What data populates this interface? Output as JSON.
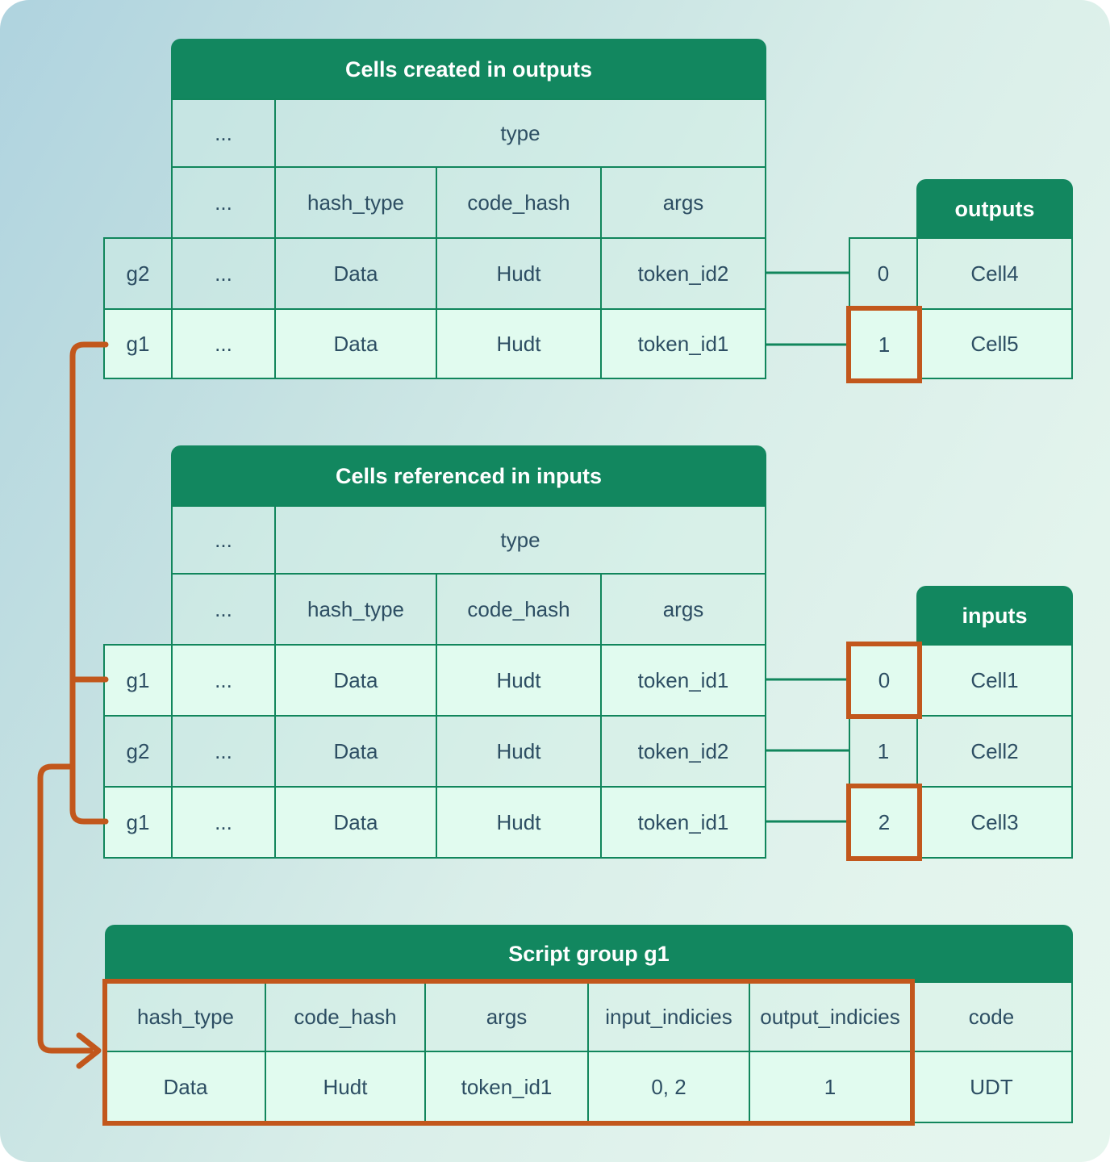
{
  "colors": {
    "header_green": "#12875f",
    "border_green": "#11865c",
    "highlight_orange": "#c2571c",
    "row_highlight_mint": "#e1fbef",
    "text_ink": "#2d4e63"
  },
  "top": {
    "title": "Cells created in outputs",
    "dots": "...",
    "type_header": "type",
    "sub_headers": [
      "hash_type",
      "code_hash",
      "args"
    ],
    "rows": [
      {
        "group": "g2",
        "dots": "...",
        "hash_type": "Data",
        "code_hash": "Hudt",
        "args": "token_id2"
      },
      {
        "group": "g1",
        "dots": "...",
        "hash_type": "Data",
        "code_hash": "Hudt",
        "args": "token_id1"
      }
    ]
  },
  "outputs": {
    "title": "outputs",
    "rows": [
      {
        "index": "0",
        "cell": "Cell4"
      },
      {
        "index": "1",
        "cell": "Cell5"
      }
    ]
  },
  "mid": {
    "title": "Cells referenced in inputs",
    "dots": "...",
    "type_header": "type",
    "sub_headers": [
      "hash_type",
      "code_hash",
      "args"
    ],
    "rows": [
      {
        "group": "g1",
        "dots": "...",
        "hash_type": "Data",
        "code_hash": "Hudt",
        "args": "token_id1"
      },
      {
        "group": "g2",
        "dots": "...",
        "hash_type": "Data",
        "code_hash": "Hudt",
        "args": "token_id2"
      },
      {
        "group": "g1",
        "dots": "...",
        "hash_type": "Data",
        "code_hash": "Hudt",
        "args": "token_id1"
      }
    ]
  },
  "inputs": {
    "title": "inputs",
    "rows": [
      {
        "index": "0",
        "cell": "Cell1"
      },
      {
        "index": "1",
        "cell": "Cell2"
      },
      {
        "index": "2",
        "cell": "Cell3"
      }
    ]
  },
  "script_group": {
    "title": "Script group g1",
    "headers": [
      "hash_type",
      "code_hash",
      "args",
      "input_indicies",
      "output_indicies",
      "code"
    ],
    "row": [
      "Data",
      "Hudt",
      "token_id1",
      "0, 2",
      "1",
      "UDT"
    ]
  }
}
